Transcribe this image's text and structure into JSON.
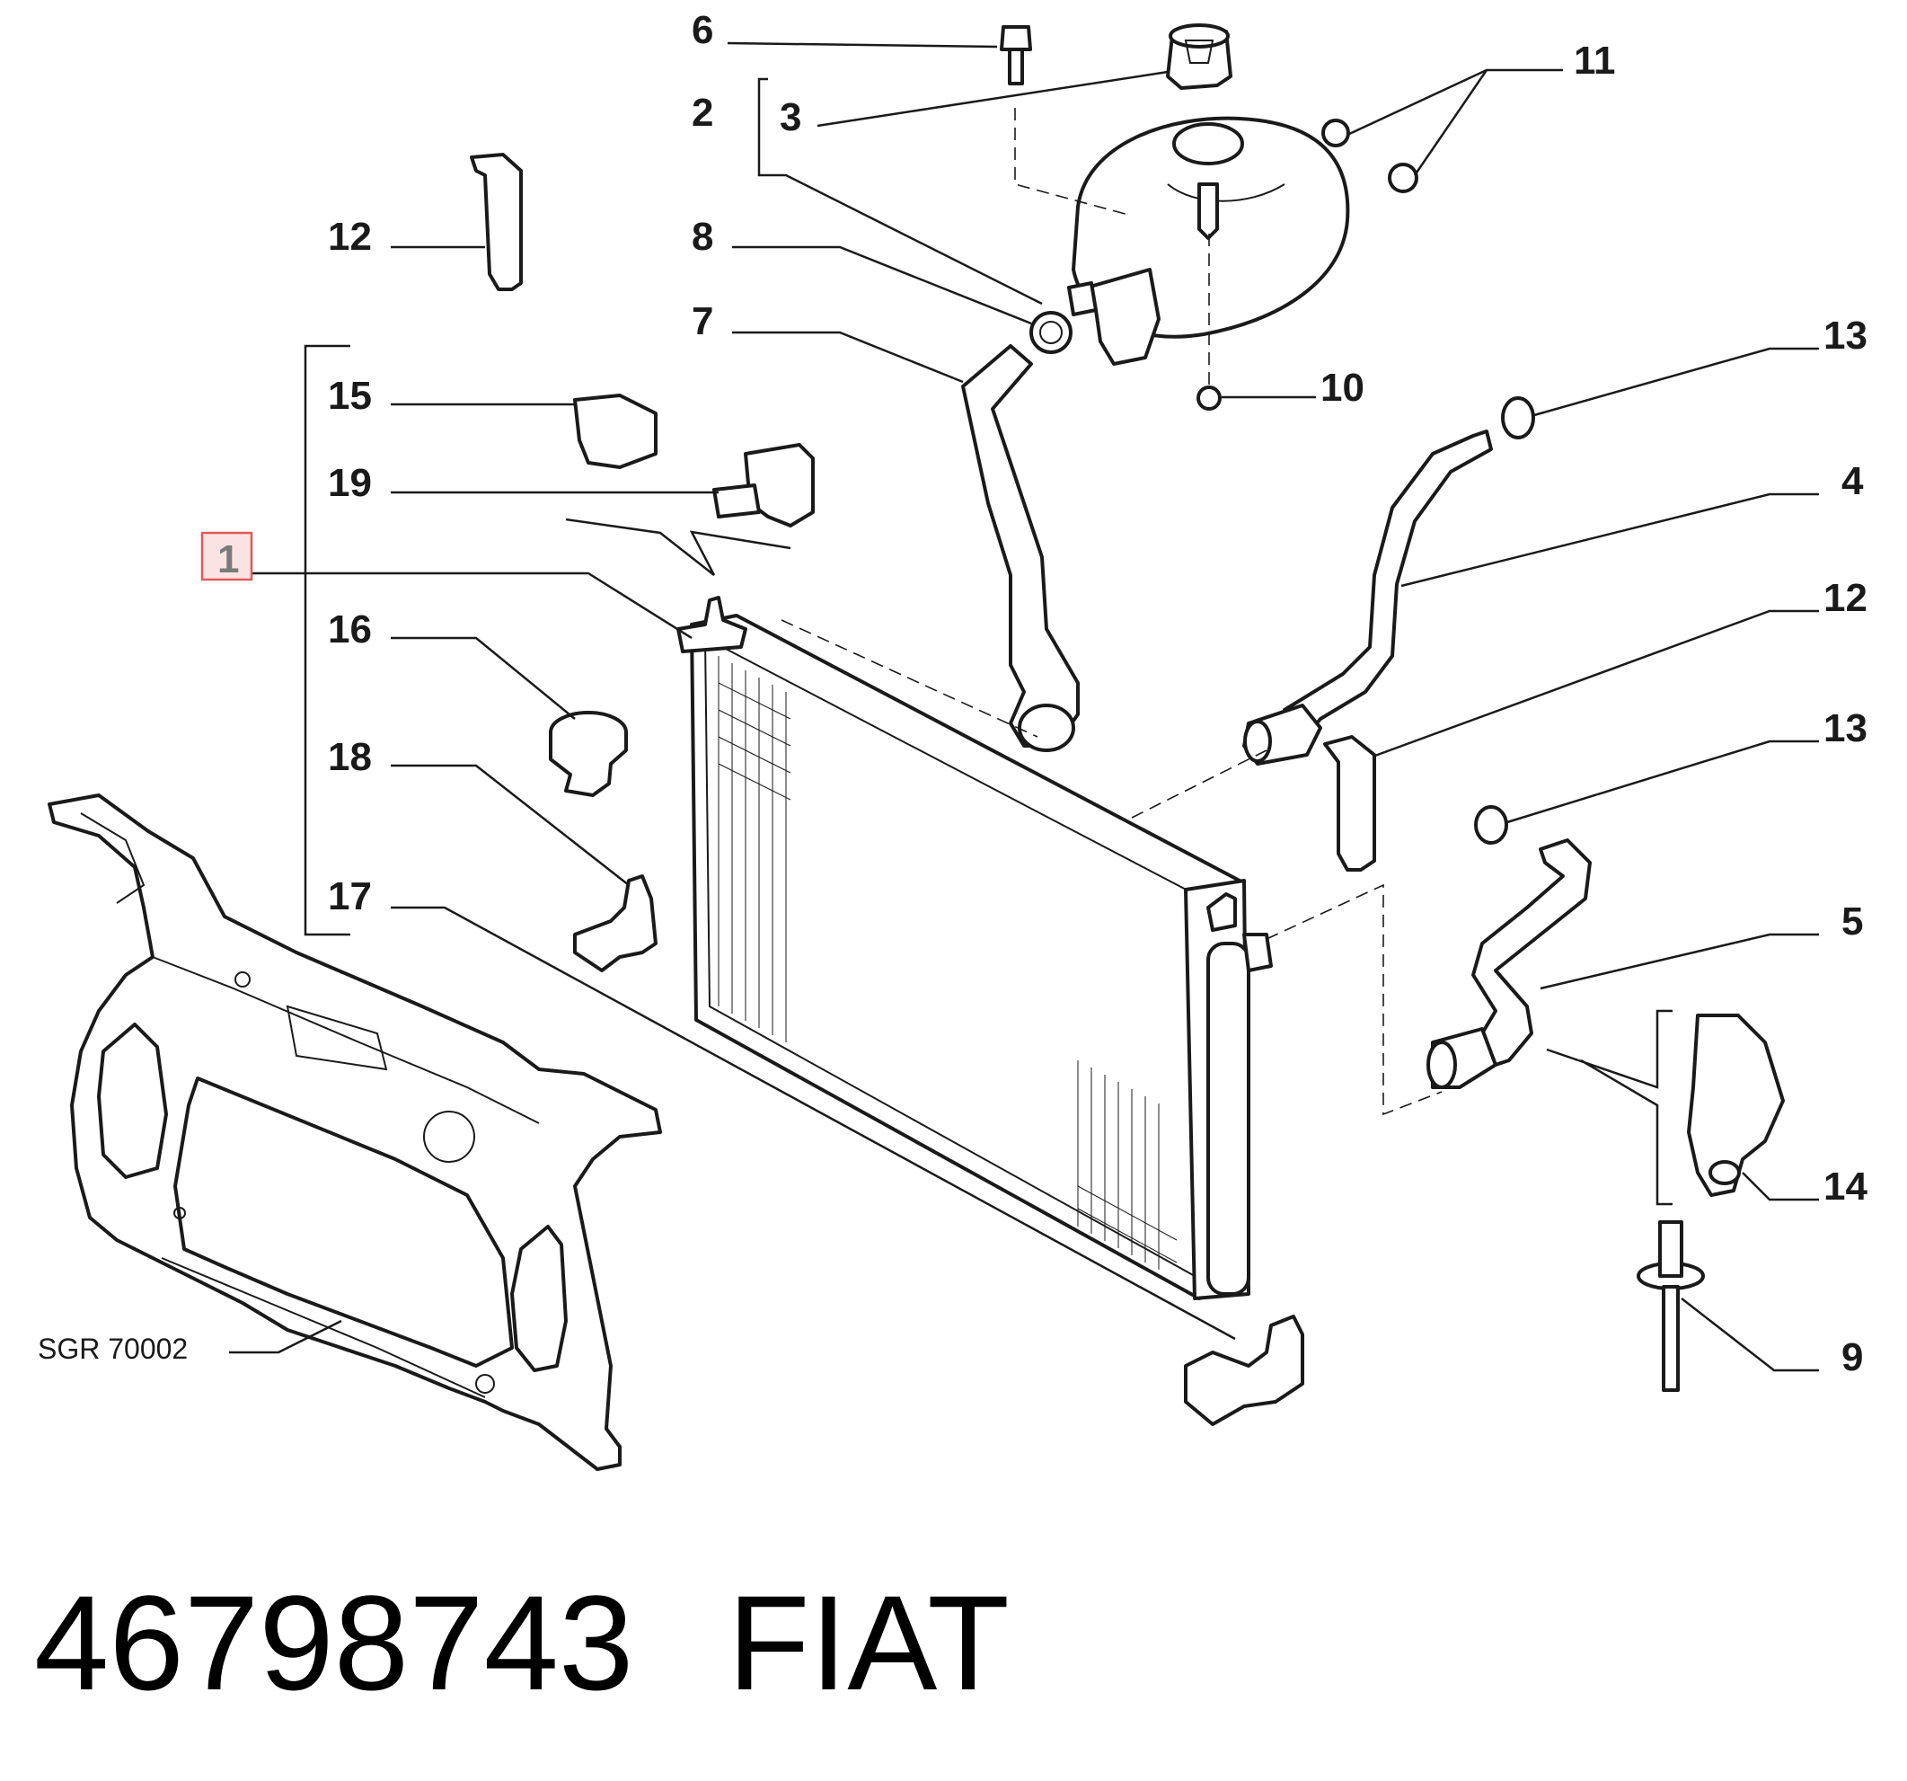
{
  "callouts": {
    "c1": "1",
    "c2": "2",
    "c3": "3",
    "c4": "4",
    "c5": "5",
    "c6": "6",
    "c7": "7",
    "c8": "8",
    "c9": "9",
    "c10": "10",
    "c11": "11",
    "c12_left": "12",
    "c12_right": "12",
    "c13_top": "13",
    "c13_bottom": "13",
    "c14": "14",
    "c15": "15",
    "c16": "16",
    "c17": "17",
    "c18": "18",
    "c19": "19"
  },
  "reference_label": "SGR 70002",
  "part_number": "46798743",
  "brand": "FIAT",
  "colors": {
    "ink": "#1a1a1a",
    "highlight_border": "#e05a5a",
    "highlight_fill": "#fbe3e3"
  }
}
